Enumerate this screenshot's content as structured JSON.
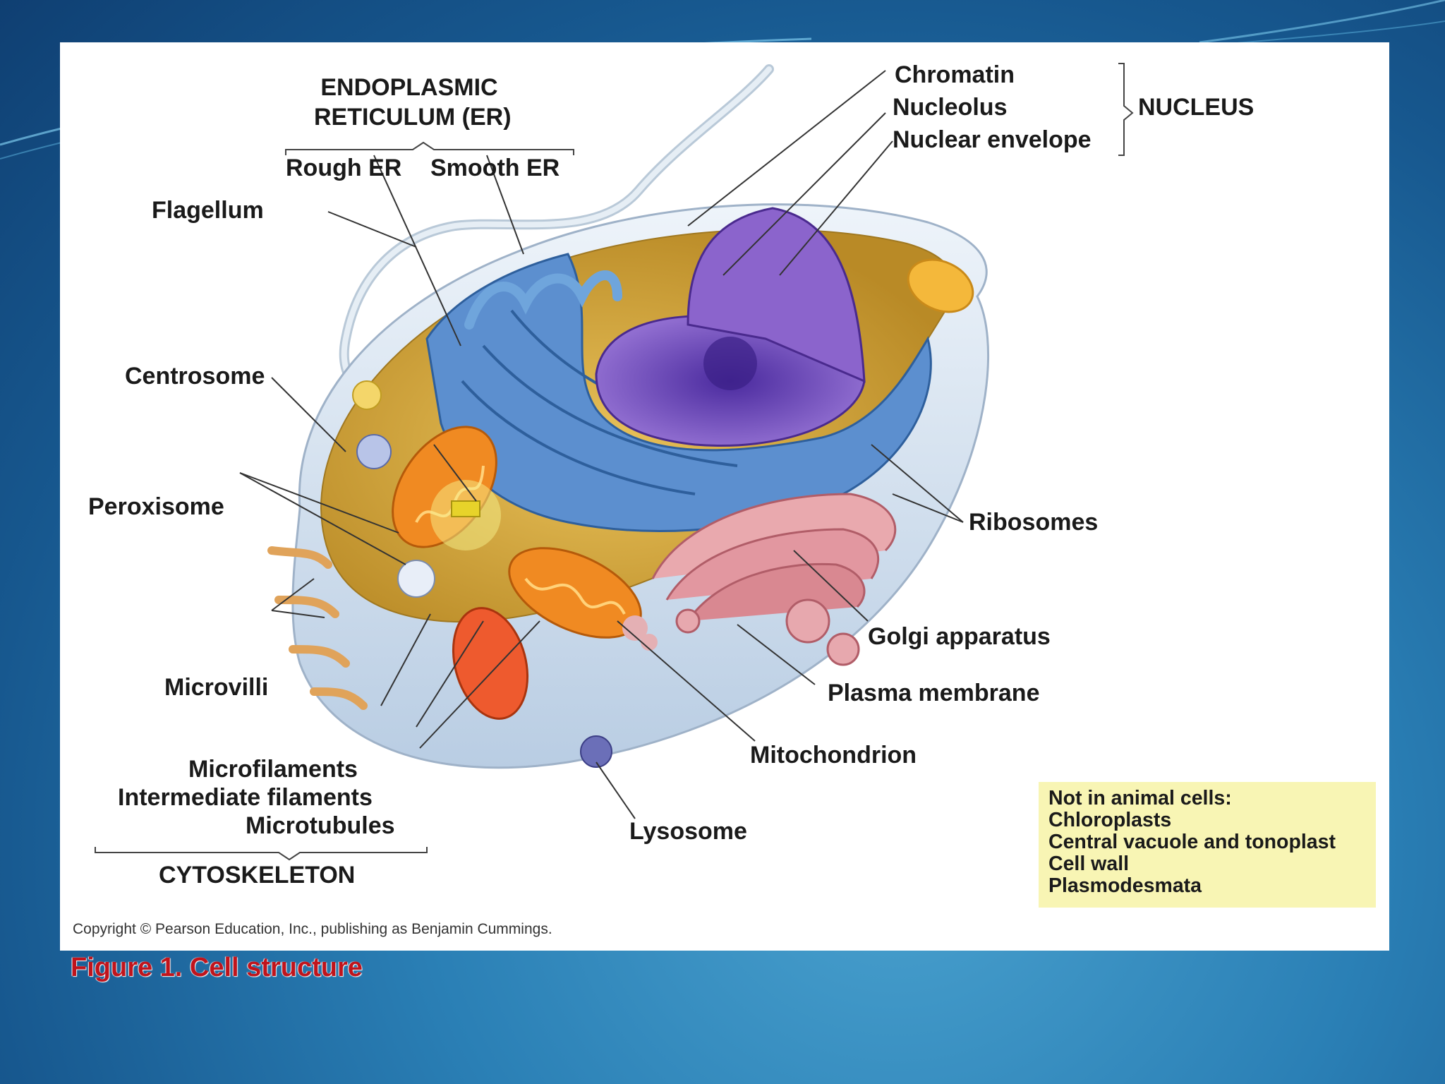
{
  "diagram": {
    "labels": {
      "er_title_1": "ENDOPLASMIC",
      "er_title_2": "RETICULUM (ER)",
      "rough_er": "Rough ER",
      "smooth_er": "Smooth ER",
      "flagellum": "Flagellum",
      "centrosome": "Centrosome",
      "peroxisome": "Peroxisome",
      "microvilli": "Microvilli",
      "microfilaments": "Microfilaments",
      "intermediate_filaments": "Intermediate filaments",
      "microtubules": "Microtubules",
      "cytoskeleton": "CYTOSKELETON",
      "chromatin": "Chromatin",
      "nucleolus": "Nucleolus",
      "nuclear_envelope": "Nuclear envelope",
      "nucleus": "NUCLEUS",
      "ribosomes": "Ribosomes",
      "golgi": "Golgi apparatus",
      "plasma_membrane": "Plasma membrane",
      "mitochondrion": "Mitochondrion",
      "lysosome": "Lysosome"
    },
    "note": {
      "heading": "Not in animal cells:",
      "items": [
        "Chloroplasts",
        "Central vacuole and tonoplast",
        "Cell wall",
        "Plasmodesmata"
      ]
    },
    "copyright": "Copyright © Pearson Education, Inc., publishing as Benjamin Cummings."
  },
  "caption": "Figure 1. Cell structure",
  "colors": {
    "background": "#1d6aa3",
    "caption": "#c0141c",
    "note_background": "#f8f5b4",
    "nucleus": "#7a4cc0",
    "er": "#4f86c6",
    "golgi": "#e8a0a6",
    "mitochondrion": "#f28a1e",
    "cytoplasm": "#d9a93a"
  }
}
